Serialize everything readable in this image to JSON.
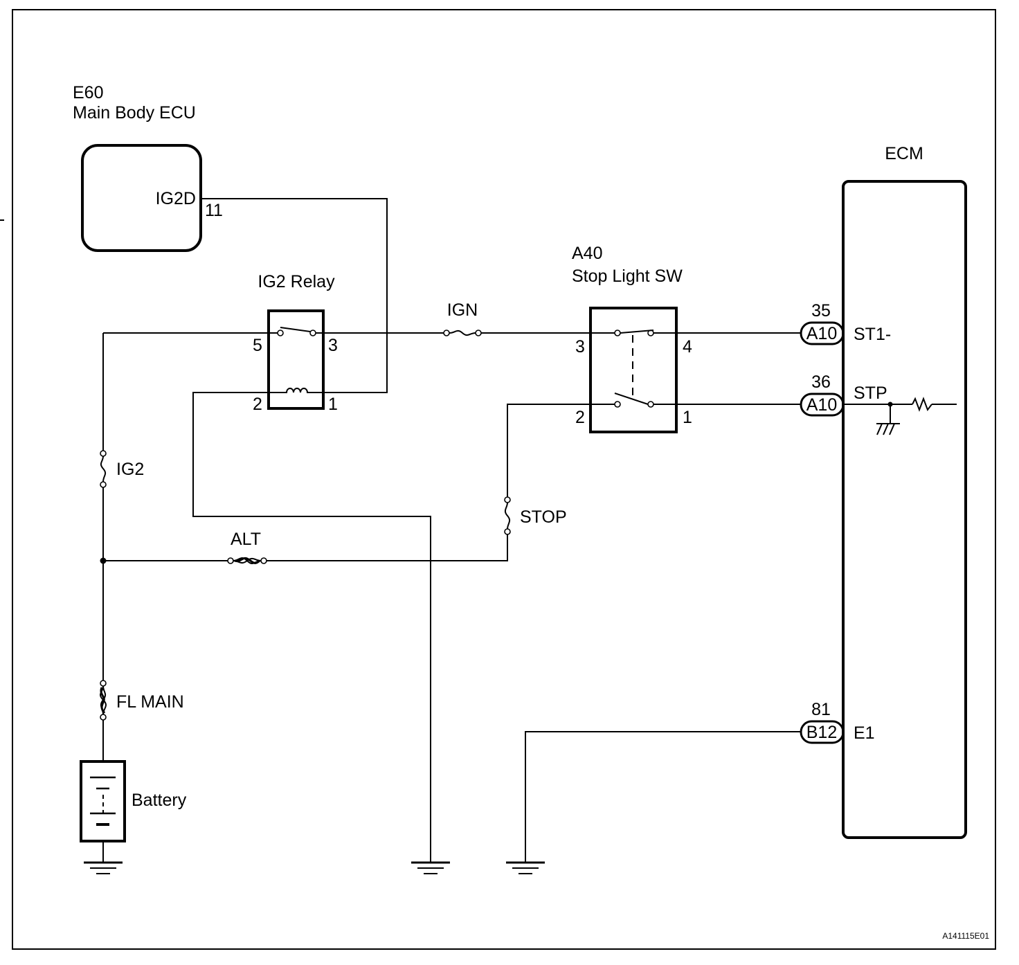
{
  "components": {
    "main_body_ecu": {
      "code": "E60",
      "name": "Main Body ECU",
      "terminal_name": "IG2D",
      "terminal_pin": "11"
    },
    "ig2_relay": {
      "name": "IG2 Relay",
      "pin5": "5",
      "pin3": "3",
      "pin2": "2",
      "pin1": "1"
    },
    "stop_light_sw": {
      "code": "A40",
      "name": "Stop Light SW",
      "pin3": "3",
      "pin4": "4",
      "pin2": "2",
      "pin1": "1"
    },
    "ecm": {
      "name": "ECM",
      "terminals": [
        {
          "pin": "35",
          "connector": "A10",
          "signal": "ST1-"
        },
        {
          "pin": "36",
          "connector": "A10",
          "signal": "STP"
        },
        {
          "pin": "81",
          "connector": "B12",
          "signal": "E1"
        }
      ]
    },
    "battery": {
      "name": "Battery"
    }
  },
  "fuses": {
    "ign": "IGN",
    "ig2": "IG2",
    "stop": "STOP",
    "alt": "ALT",
    "fl_main": "FL MAIN"
  },
  "figure_code": "A141115E01"
}
